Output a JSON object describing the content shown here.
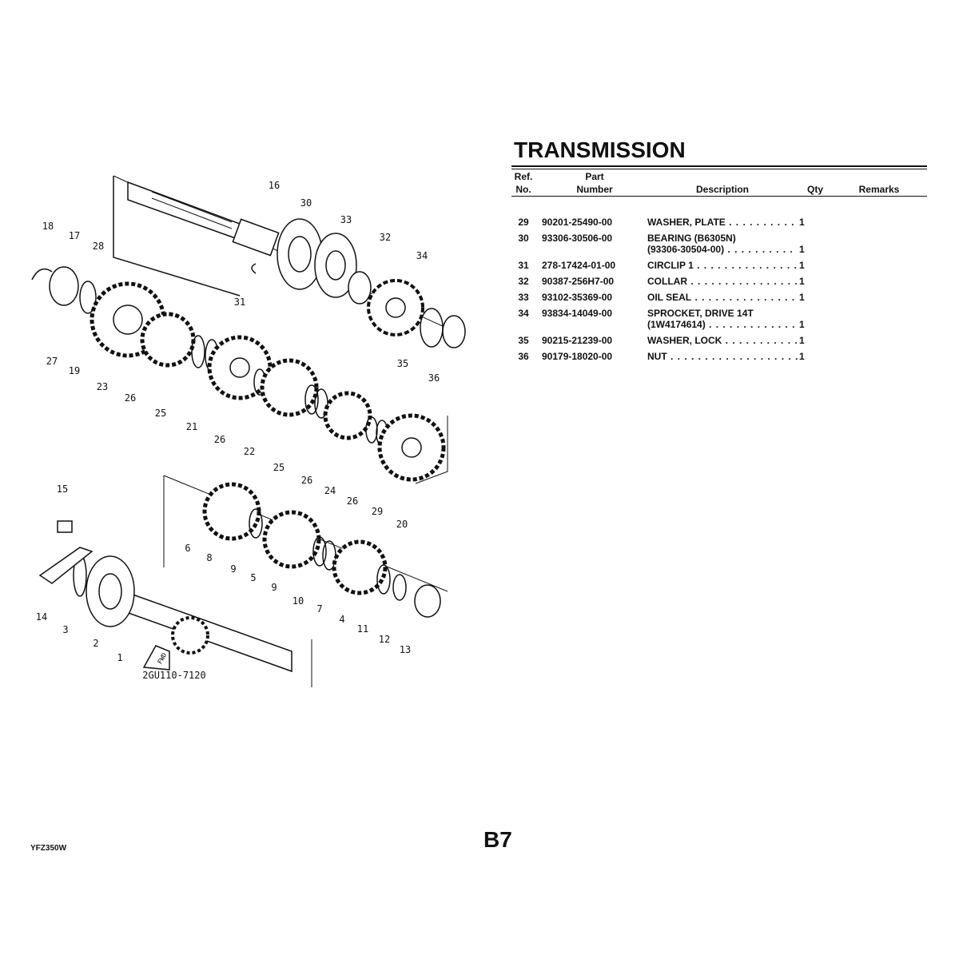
{
  "title": "TRANSMISSION",
  "table": {
    "headers": {
      "ref_line1": "Ref.",
      "ref_line2": "No.",
      "part_line1": "Part",
      "part_line2": "Number",
      "description": "Description",
      "qty": "Qty",
      "remarks": "Remarks"
    },
    "rows": [
      {
        "ref": "29",
        "part": "90201-25490-00",
        "desc": "WASHER, PLATE",
        "desc2": "",
        "qty": "1"
      },
      {
        "ref": "30",
        "part": "93306-30506-00",
        "desc": "BEARING (B6305N)",
        "desc2": "(93306-30504-00)",
        "qty": "1"
      },
      {
        "ref": "31",
        "part": "278-17424-01-00",
        "desc": "CIRCLIP 1",
        "desc2": "",
        "qty": "1"
      },
      {
        "ref": "32",
        "part": "90387-256H7-00",
        "desc": "COLLAR",
        "desc2": "",
        "qty": "1"
      },
      {
        "ref": "33",
        "part": "93102-35369-00",
        "desc": "OIL SEAL",
        "desc2": "",
        "qty": "1"
      },
      {
        "ref": "34",
        "part": "93834-14049-00",
        "desc": "SPROCKET, DRIVE 14T",
        "desc2": "(1W4174614)",
        "qty": "1"
      },
      {
        "ref": "35",
        "part": "90215-21239-00",
        "desc": "WASHER, LOCK",
        "desc2": "",
        "qty": "1"
      },
      {
        "ref": "36",
        "part": "90179-18020-00",
        "desc": "NUT",
        "desc2": "",
        "qty": "1"
      }
    ]
  },
  "diagram": {
    "callouts": [
      "16",
      "30",
      "33",
      "32",
      "34",
      "18",
      "17",
      "28",
      "31",
      "27",
      "19",
      "23",
      "26",
      "25",
      "21",
      "26",
      "22",
      "25",
      "26",
      "24",
      "26",
      "29",
      "20",
      "35",
      "36",
      "15",
      "6",
      "8",
      "9",
      "5",
      "9",
      "10",
      "7",
      "4",
      "11",
      "12",
      "13",
      "14",
      "3",
      "2",
      "1"
    ],
    "drawing_code": "2GU110-7120",
    "fwd_label": "FWD"
  },
  "footer": {
    "model": "YFZ350W",
    "page": "B7"
  }
}
